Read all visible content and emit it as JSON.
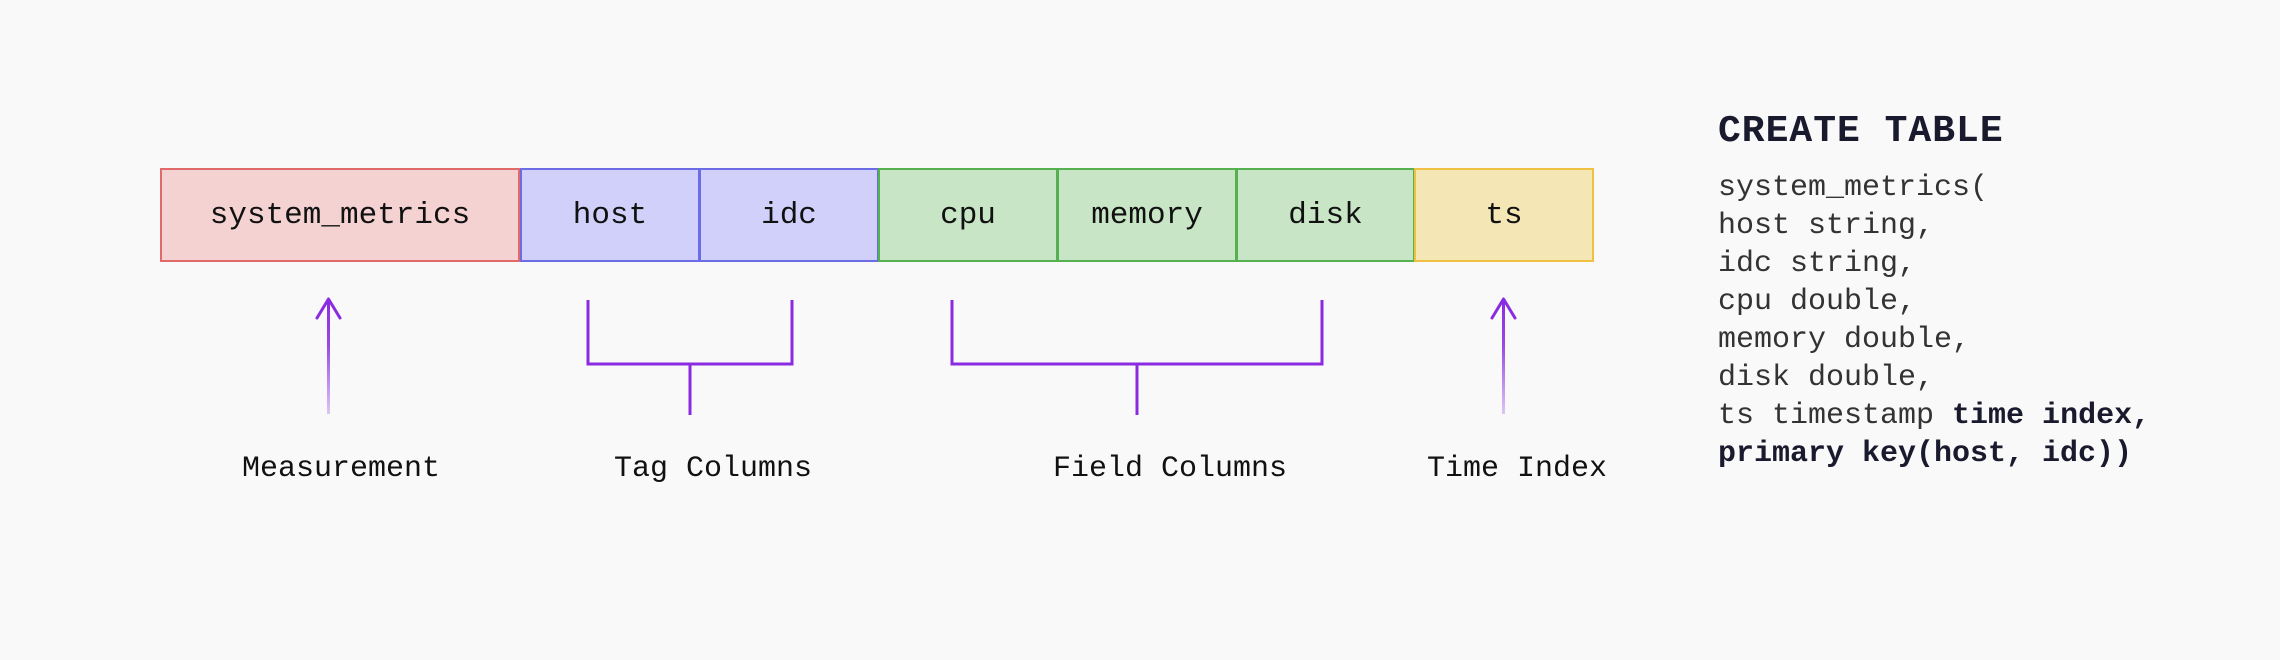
{
  "table": {
    "measurement": "system_metrics",
    "tags": [
      "host",
      "idc"
    ],
    "fields": [
      "cpu",
      "memory",
      "disk"
    ],
    "time_index": "ts"
  },
  "labels": {
    "measurement": "Measurement",
    "tag_columns": "Tag Columns",
    "field_columns": "Field Columns",
    "time_index": "Time Index"
  },
  "sql": {
    "title": "CREATE TABLE",
    "lines": [
      "system_metrics(",
      "host string,",
      "idc string,",
      "cpu double,",
      "memory double,",
      "disk double,"
    ],
    "ts_line_plain": "ts timestamp ",
    "ts_line_bold": "time index,",
    "pk_line": "primary key(host, idc))"
  },
  "colors": {
    "measurement_fill": "#f4d2d2",
    "measurement_border": "#e06a6a",
    "tag_fill": "#d0d0fa",
    "tag_border": "#6c6ce6",
    "field_fill": "#c8e5c6",
    "field_border": "#55b050",
    "time_fill": "#f5e6b6",
    "time_border": "#f0c040",
    "connector": "#8a2be2"
  }
}
